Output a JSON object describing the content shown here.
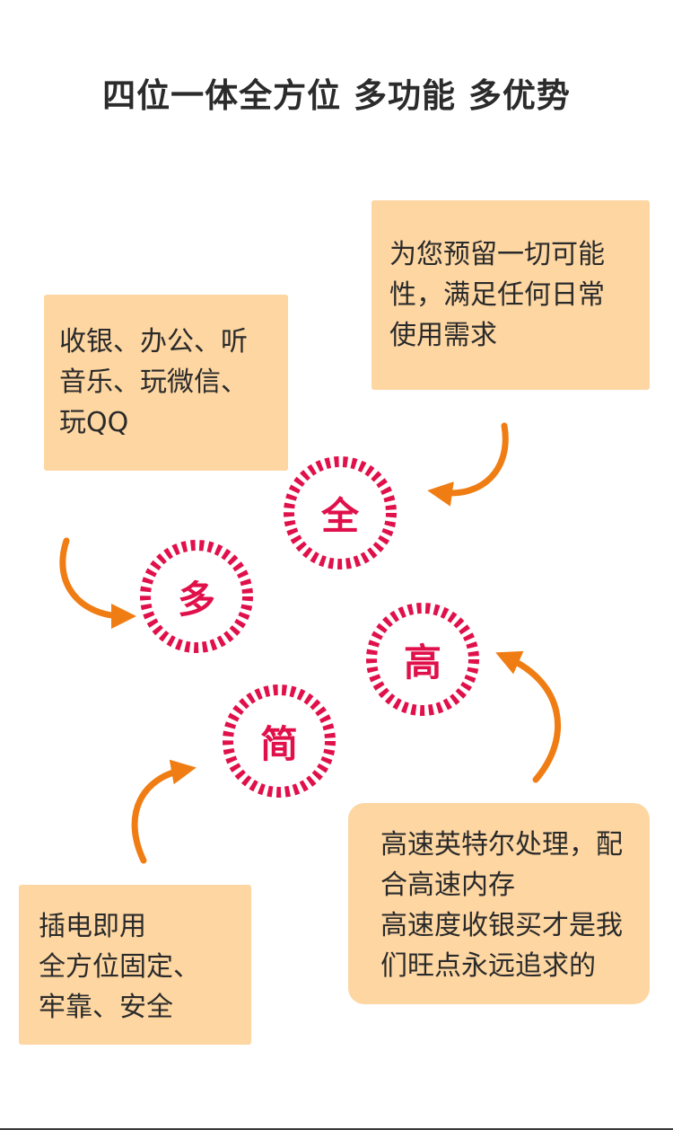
{
  "title": "四位一体全方位 多功能 多优势",
  "boxes": {
    "top_right": [
      "为您预留一切可能",
      "性，满足任何日常",
      "使用需求"
    ],
    "left": [
      "收银、办公、听",
      "音乐、玩微信、",
      "玩QQ"
    ],
    "bottom_right": [
      "高速英特尔处理，配",
      "合高速内存",
      "高速度收银买才是我",
      "们旺点永远追求的"
    ],
    "bottom_left": [
      "插电即用",
      "全方位固定、",
      "牢靠、安全"
    ]
  },
  "badges": {
    "quan": "全",
    "duo": "多",
    "gao": "高",
    "jian": "简"
  },
  "colors": {
    "box_bg": "#fdd6a2",
    "badge_red": "#e0104a",
    "arrow_orange": "#f07d14",
    "title": "#2b2b2b"
  }
}
